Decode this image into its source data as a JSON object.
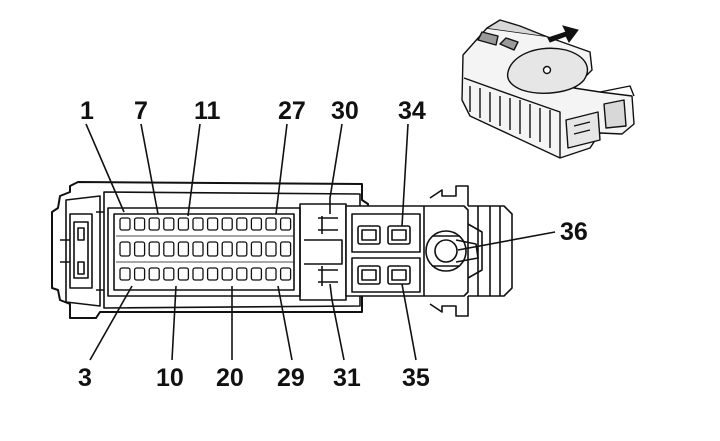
{
  "diagram": {
    "labels_top": [
      "1",
      "7",
      "11",
      "27",
      "30",
      "34"
    ],
    "labels_bottom": [
      "3",
      "10",
      "20",
      "29",
      "31",
      "35"
    ],
    "labels_right": [
      "36"
    ]
  },
  "colors": {
    "line": "#111111",
    "light_fill": "#f4f4f4",
    "mid_fill": "#d8d8d8",
    "dark_fill": "#9a9a9a",
    "background": "#ffffff"
  },
  "icons": {
    "direction": "arrow-right-icon"
  }
}
